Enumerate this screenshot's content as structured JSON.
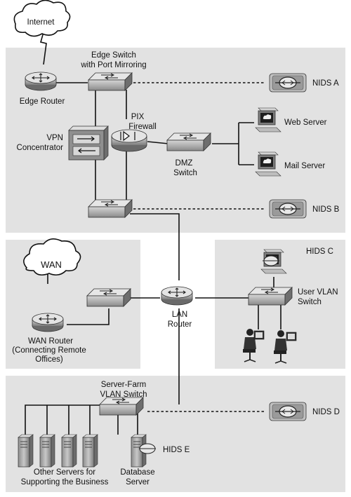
{
  "labels": {
    "internet": "Internet",
    "edge_switch": [
      "Edge Switch",
      "with Port Mirroring"
    ],
    "edge_router": "Edge Router",
    "nids_a": "NIDS A",
    "pix_firewall": [
      "PIX",
      "Firewall"
    ],
    "vpn_concentrator": [
      "VPN",
      "Concentrator"
    ],
    "web_server": "Web Server",
    "mail_server": "Mail Server",
    "dmz_switch": [
      "DMZ",
      "Switch"
    ],
    "nids_b": "NIDS B",
    "wan": "WAN",
    "wan_router": [
      "WAN Router",
      "(Connecting Remote",
      "Offices)"
    ],
    "lan_router": [
      "LAN",
      "Router"
    ],
    "hids_c": "HIDS C",
    "user_vlan_switch": [
      "User VLAN",
      "Switch"
    ],
    "server_farm_switch": [
      "Server-Farm",
      "VLAN Switch"
    ],
    "nids_d": "NIDS D",
    "hids_e": "HIDS E",
    "other_servers": [
      "Other Servers for",
      "Supporting the Business"
    ],
    "database_server": [
      "Database",
      "Server"
    ]
  }
}
